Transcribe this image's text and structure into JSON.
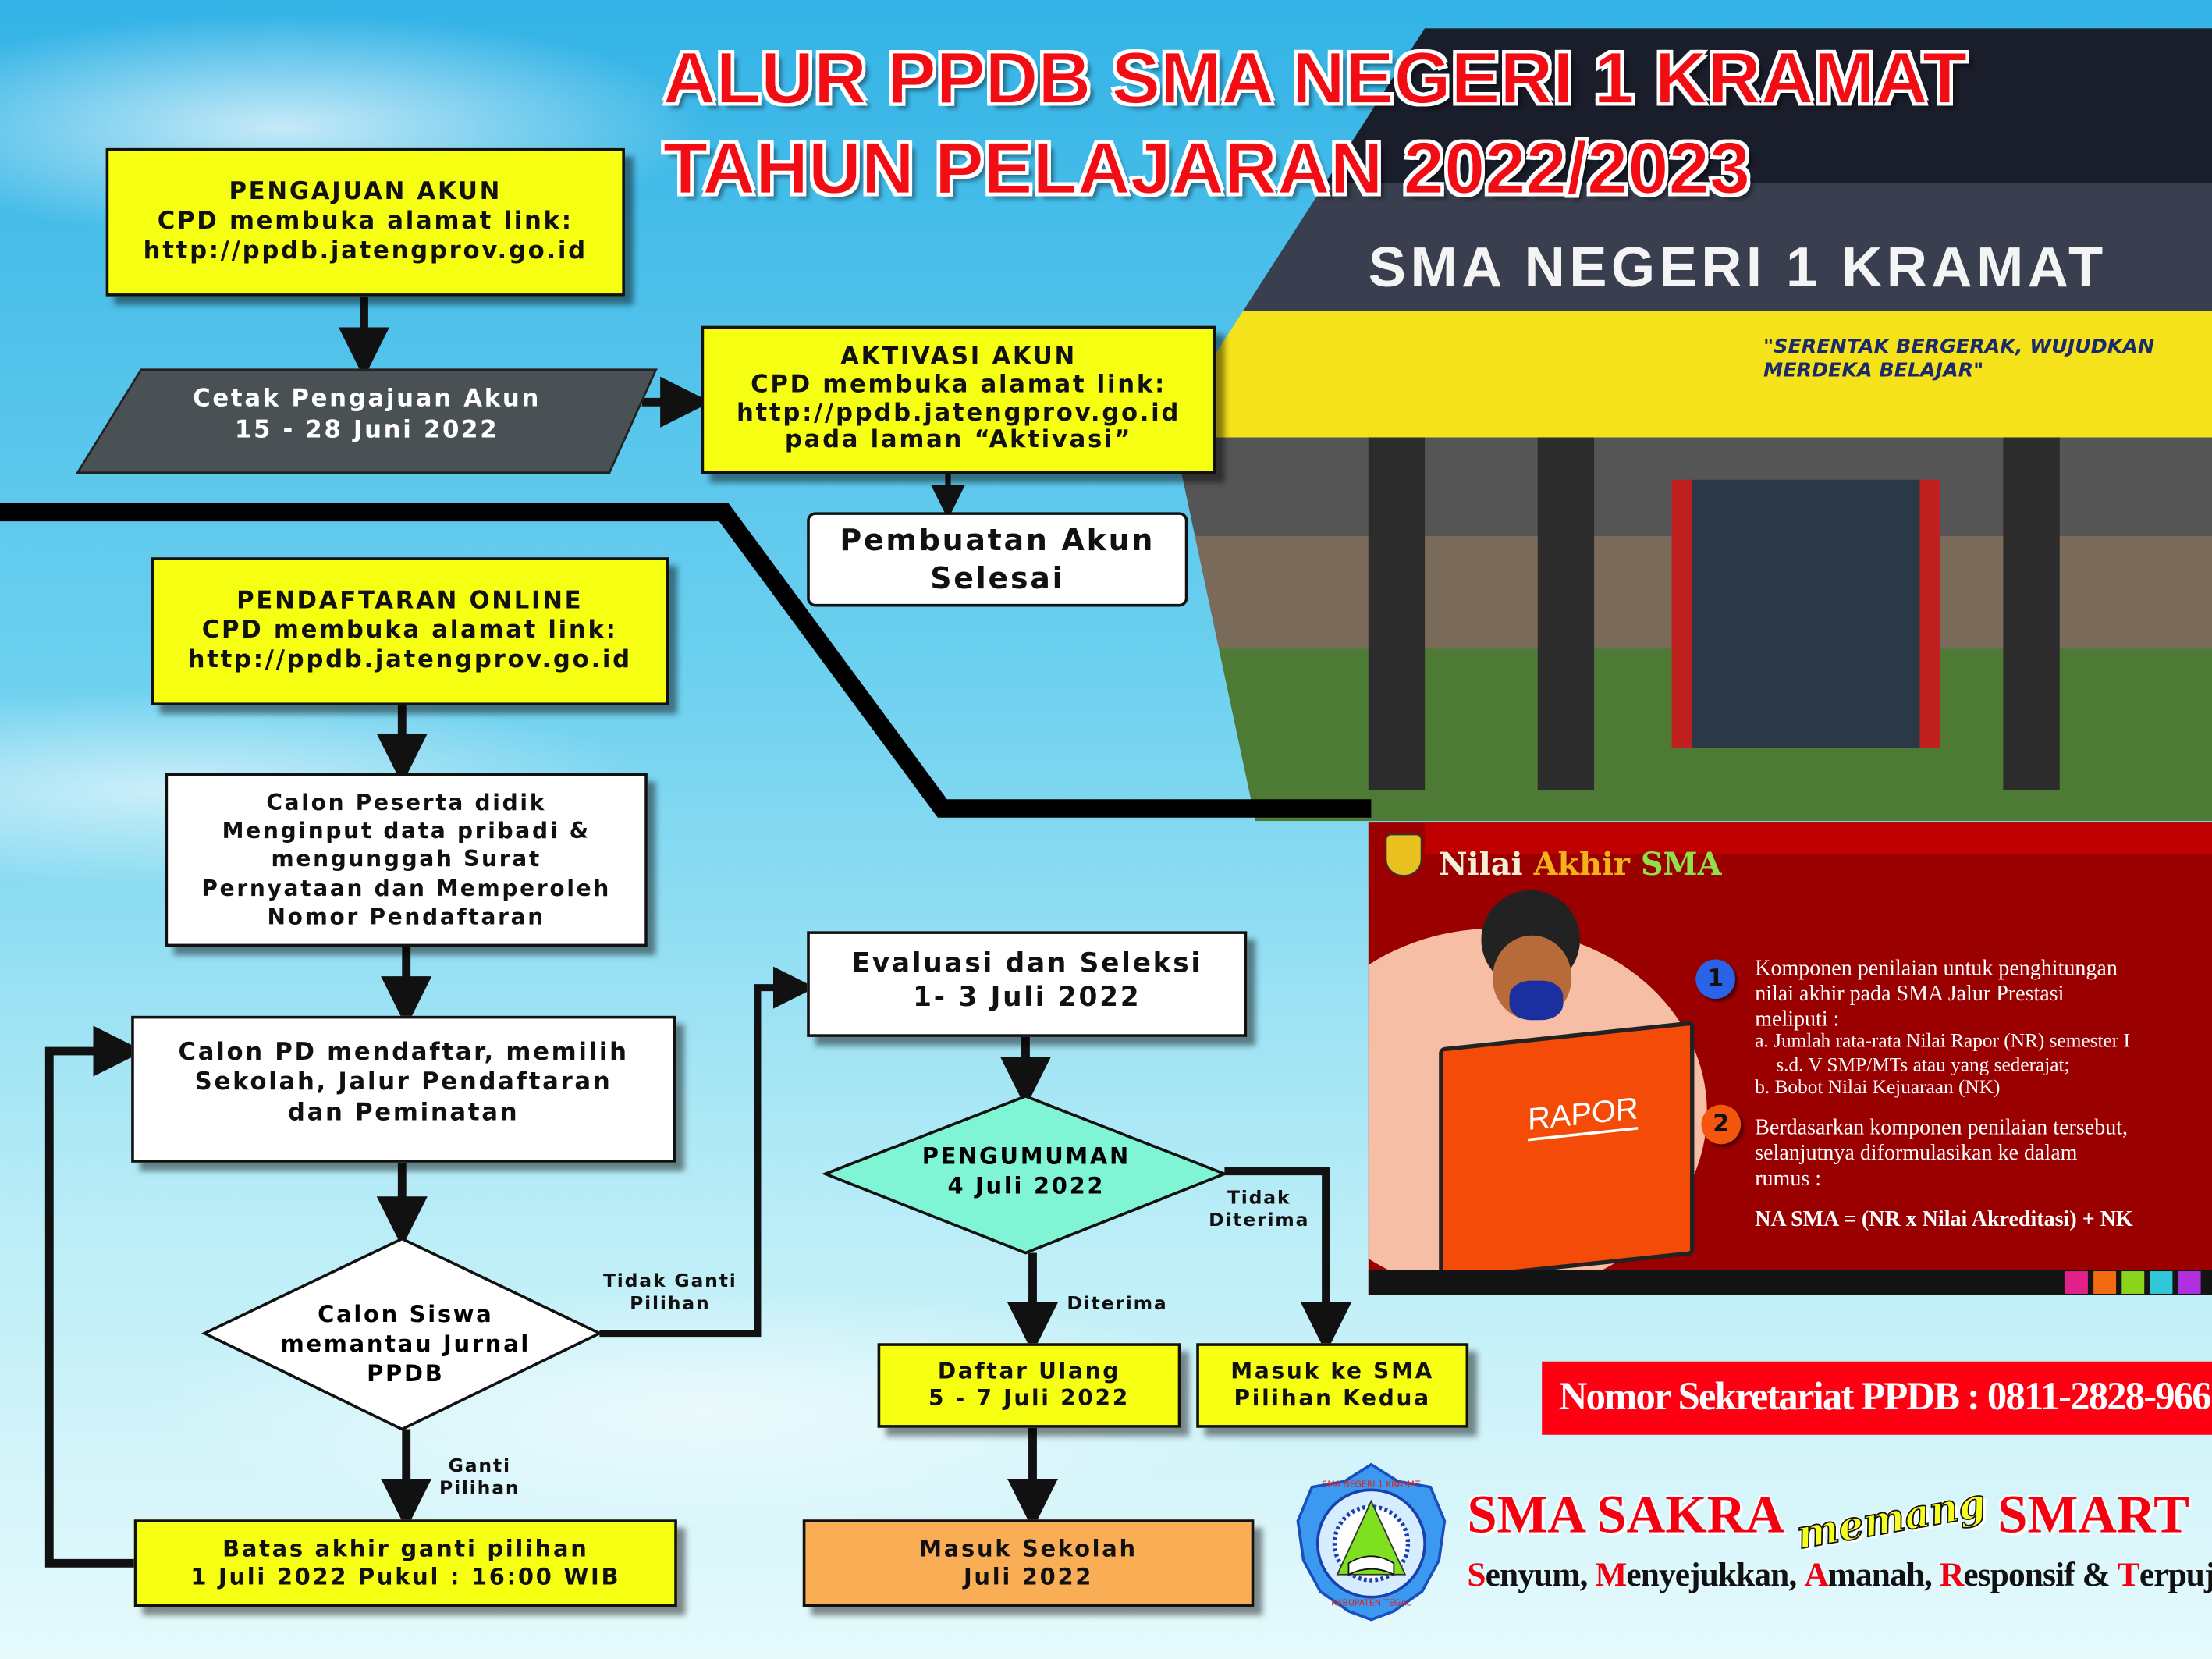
{
  "title": {
    "line1": "ALUR PPDB SMA NEGERI 1 KRAMAT",
    "line2": "TAHUN PELAJARAN 2022/2023"
  },
  "photo": {
    "building_sign": "SMA NEGERI 1 KRAMAT",
    "banner": "\"SERENTAK BERGERAK, WUJUDKAN MERDEKA BELAJAR\""
  },
  "flow": {
    "pengajuan": [
      "PENGAJUAN AKUN",
      "CPD membuka alamat link:",
      "http://ppdb.jatengprov.go.id"
    ],
    "cetak": [
      "Cetak Pengajuan Akun",
      "15 - 28 Juni 2022"
    ],
    "aktivasi": [
      "AKTIVASI AKUN",
      "CPD membuka alamat link:",
      "http://ppdb.jatengprov.go.id",
      "pada laman “Aktivasi”"
    ],
    "pembuatan": [
      "Pembuatan Akun",
      "Selesai"
    ],
    "pendaftaran": [
      "PENDAFTARAN ONLINE",
      "CPD membuka alamat link:",
      "http://ppdb.jatengprov.go.id"
    ],
    "input": [
      "Calon Peserta didik",
      "Menginput data pribadi &",
      "mengunggah Surat",
      "Pernyataan dan Memperoleh",
      "Nomor Pendaftaran"
    ],
    "memilih": [
      "Calon PD mendaftar, memilih",
      "Sekolah, Jalur Pendaftaran",
      "dan Peminatan"
    ],
    "pantau": [
      "Calon Siswa",
      "memantau Jurnal",
      "PPDB"
    ],
    "tidak_ganti": [
      "Tidak Ganti",
      "Pilihan"
    ],
    "ganti": [
      "Ganti",
      "Pilihan"
    ],
    "batas": [
      "Batas akhir ganti pilihan",
      "1 Juli 2022 Pukul : 16:00 WIB"
    ],
    "evaluasi": [
      "Evaluasi dan Seleksi",
      "1- 3 Juli 2022"
    ],
    "pengumuman": [
      "PENGUMUMAN",
      "4 Juli 2022"
    ],
    "tidak_diterima": [
      "Tidak",
      "Diterima"
    ],
    "diterima": "Diterima",
    "daftar_ulang": [
      "Daftar Ulang",
      "5 - 7 Juli 2022"
    ],
    "pilihan_kedua": [
      "Masuk ke SMA",
      "Pilihan Kedua"
    ],
    "masuk": [
      "Masuk Sekolah",
      "Juli 2022"
    ]
  },
  "nilai": {
    "title_a": "Nilai",
    "title_b": "Akhir",
    "title_c": "SMA",
    "rapor": "RAPOR",
    "n1": "1",
    "n2": "2",
    "p1": [
      "Komponen penilaian untuk penghitungan",
      "nilai akhir pada SMA Jalur Prestasi",
      "meliputi :"
    ],
    "a": "a. Jumlah rata-rata Nilai Rapor (NR) semester I",
    "a2": "s.d. V SMP/MTs atau yang sederajat;",
    "b": "b. Bobot Nilai Kejuaraan (NK)",
    "p2": [
      "Berdasarkan komponen penilaian tersebut,",
      "selanjutnya diformulasikan ke dalam",
      "rumus :"
    ],
    "formula": "NA SMA = (NR x Nilai Akreditasi) + NK"
  },
  "phone": "Nomor Sekretariat PPDB : 0811-2828-966",
  "logo": {
    "ring_top": "SMA NEGERI 1 KRAMAT",
    "ring_bottom": "KABUPATEN TEGAL"
  },
  "motto": {
    "a": "SMA SAKRA",
    "b": "memang",
    "c": "SMART"
  },
  "tagline": [
    [
      "S",
      "enyum, "
    ],
    [
      "M",
      "enyejukkan, "
    ],
    [
      "A",
      "manah, "
    ],
    [
      "R",
      "esponsif & "
    ],
    [
      "T",
      "erpuji"
    ]
  ],
  "colors": {
    "yellow": "#f6ff12",
    "red": "#f20d14",
    "teal": "#7ff5d6",
    "orange": "#f9ad55",
    "panel": "#9b0000"
  }
}
